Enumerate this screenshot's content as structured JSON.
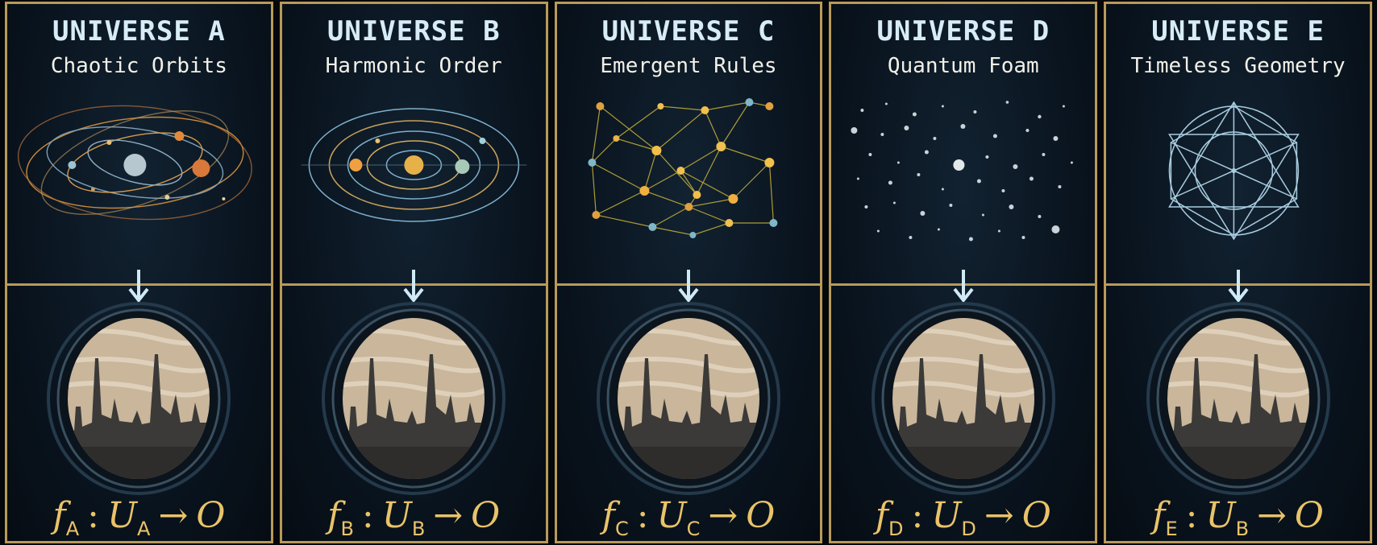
{
  "panels": [
    {
      "title": "UNIVERSE A",
      "subtitle": "Chaotic Orbits",
      "formula": {
        "f": "f",
        "f_sub": "A",
        "colon": ":",
        "u": "U",
        "u_sub": "A",
        "arrow": "→",
        "o": "O"
      }
    },
    {
      "title": "UNIVERSE B",
      "subtitle": "Harmonic Order",
      "formula": {
        "f": "f",
        "f_sub": "B",
        "colon": ":",
        "u": "U",
        "u_sub": "B",
        "arrow": "→",
        "o": "O"
      }
    },
    {
      "title": "UNIVERSE C",
      "subtitle": "Emergent Rules",
      "formula": {
        "f": "f",
        "f_sub": "C",
        "colon": ":",
        "u": "U",
        "u_sub": "C",
        "arrow": "→",
        "o": "O"
      }
    },
    {
      "title": "UNIVERSE D",
      "subtitle": "Quantum Foam",
      "formula": {
        "f": "f",
        "f_sub": "D",
        "colon": ":",
        "u": "U",
        "u_sub": "D",
        "arrow": "→",
        "o": "O"
      }
    },
    {
      "title": "UNIVERSE E",
      "subtitle": "Timeless Geometry",
      "formula": {
        "f": "f",
        "f_sub": "E",
        "colon": ":",
        "u": "U",
        "u_sub": "B",
        "arrow": "→",
        "o": "O"
      }
    }
  ],
  "colors": {
    "frame": "#b89a5a",
    "title": "#d7ecf6",
    "formula": "#e9c36a",
    "arrow": "#cfe9f5",
    "background": "#0a1520"
  },
  "icons": {
    "A": "chaotic-orbits-icon",
    "B": "harmonic-orbits-icon",
    "C": "network-graph-icon",
    "D": "quantum-foam-icon",
    "E": "sacred-geometry-icon",
    "portal": "city-skyline-portal-icon",
    "arrow": "down-arrow-icon"
  }
}
